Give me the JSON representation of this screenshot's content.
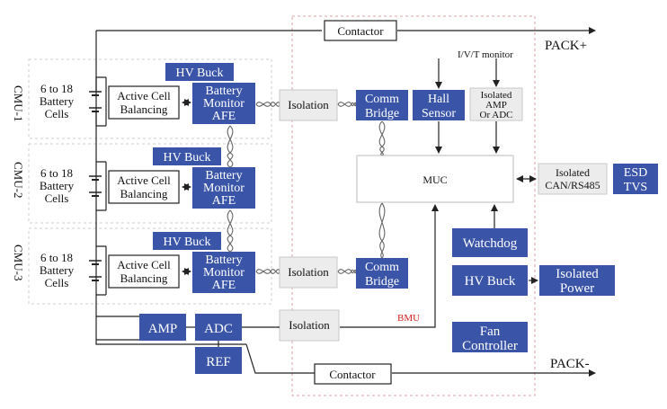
{
  "labels": {
    "contactor_top": "Contactor",
    "contactor_bottom": "Contactor",
    "pack_plus": "PACK+",
    "pack_minus": "PACK-",
    "ivt_monitor": "I/V/T monitor",
    "cmu1": "CMU-1",
    "cmu2": "CMU-2",
    "cmu3": "CMU-3",
    "cells_line1": "6 to 18",
    "cells_line2": "Battery",
    "cells_line3": "Cells",
    "hv_buck": "HV Buck",
    "acb_line1": "Active Cell",
    "acb_line2": "Balancing",
    "bm_line1": "Battery",
    "bm_line2": "Monitor",
    "bm_line3": "AFE",
    "isolation": "Isolation",
    "comm_line1": "Comm",
    "comm_line2": "Bridge",
    "hall_line1": "Hall",
    "hall_line2": "Sensor",
    "iso_amp_line1": "Isolated",
    "iso_amp_line2": "AMP",
    "iso_amp_line3": "Or ADC",
    "muc": "MUC",
    "iso_can_line1": "Isolated",
    "iso_can_line2": "CAN/RS485",
    "esd_line1": "ESD",
    "esd_line2": "TVS",
    "watchdog": "Watchdog",
    "hv_buck_bmu": "HV Buck",
    "iso_power_line1": "Isolated",
    "iso_power_line2": "Power",
    "bmu": "BMU",
    "amp": "AMP",
    "adc": "ADC",
    "ref": "REF",
    "fan_line1": "Fan",
    "fan_line2": "Controller"
  },
  "colors": {
    "block_blue": "#3a55a8",
    "bmu_label_red": "#d42020",
    "bmu_border": "#d9a0a6"
  }
}
